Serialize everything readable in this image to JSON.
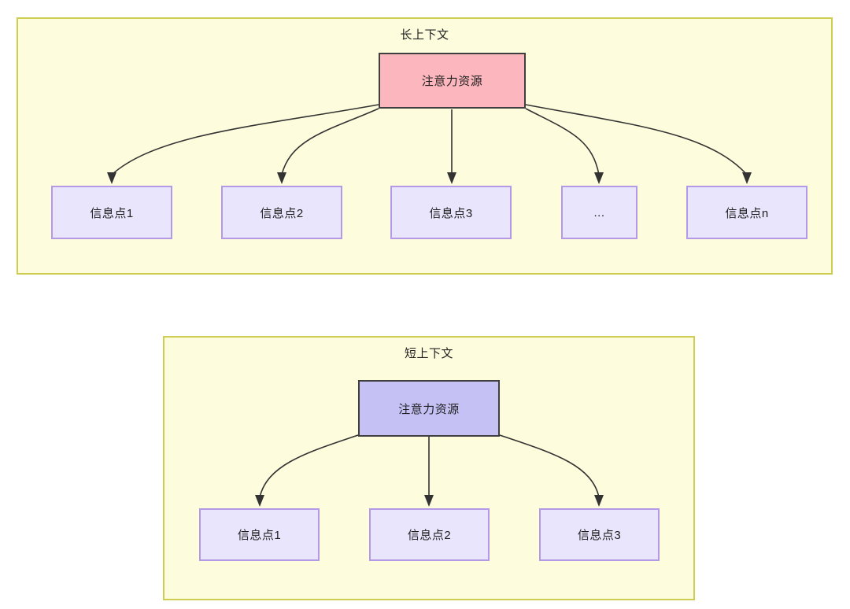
{
  "diagram": {
    "type": "tree-diagram",
    "sections": [
      {
        "id": "long-context",
        "title": "长上下文",
        "root": {
          "label": "注意力资源",
          "fill": "#fcb6bd",
          "stroke": "#3f3f3f"
        },
        "children": [
          {
            "label": "信息点1"
          },
          {
            "label": "信息点2"
          },
          {
            "label": "信息点3"
          },
          {
            "label": "..."
          },
          {
            "label": "信息点n"
          }
        ]
      },
      {
        "id": "short-context",
        "title": "短上下文",
        "root": {
          "label": "注意力资源",
          "fill": "#c5c1f5",
          "stroke": "#3f3f3f"
        },
        "children": [
          {
            "label": "信息点1"
          },
          {
            "label": "信息点2"
          },
          {
            "label": "信息点3"
          }
        ]
      }
    ],
    "colors": {
      "frame_fill": "#fdfcdc",
      "frame_stroke": "#cdcd52",
      "info_fill": "#e9e5fc",
      "info_stroke": "#b49ae6",
      "edge_stroke": "#333333",
      "canvas": "#ffffff"
    }
  }
}
